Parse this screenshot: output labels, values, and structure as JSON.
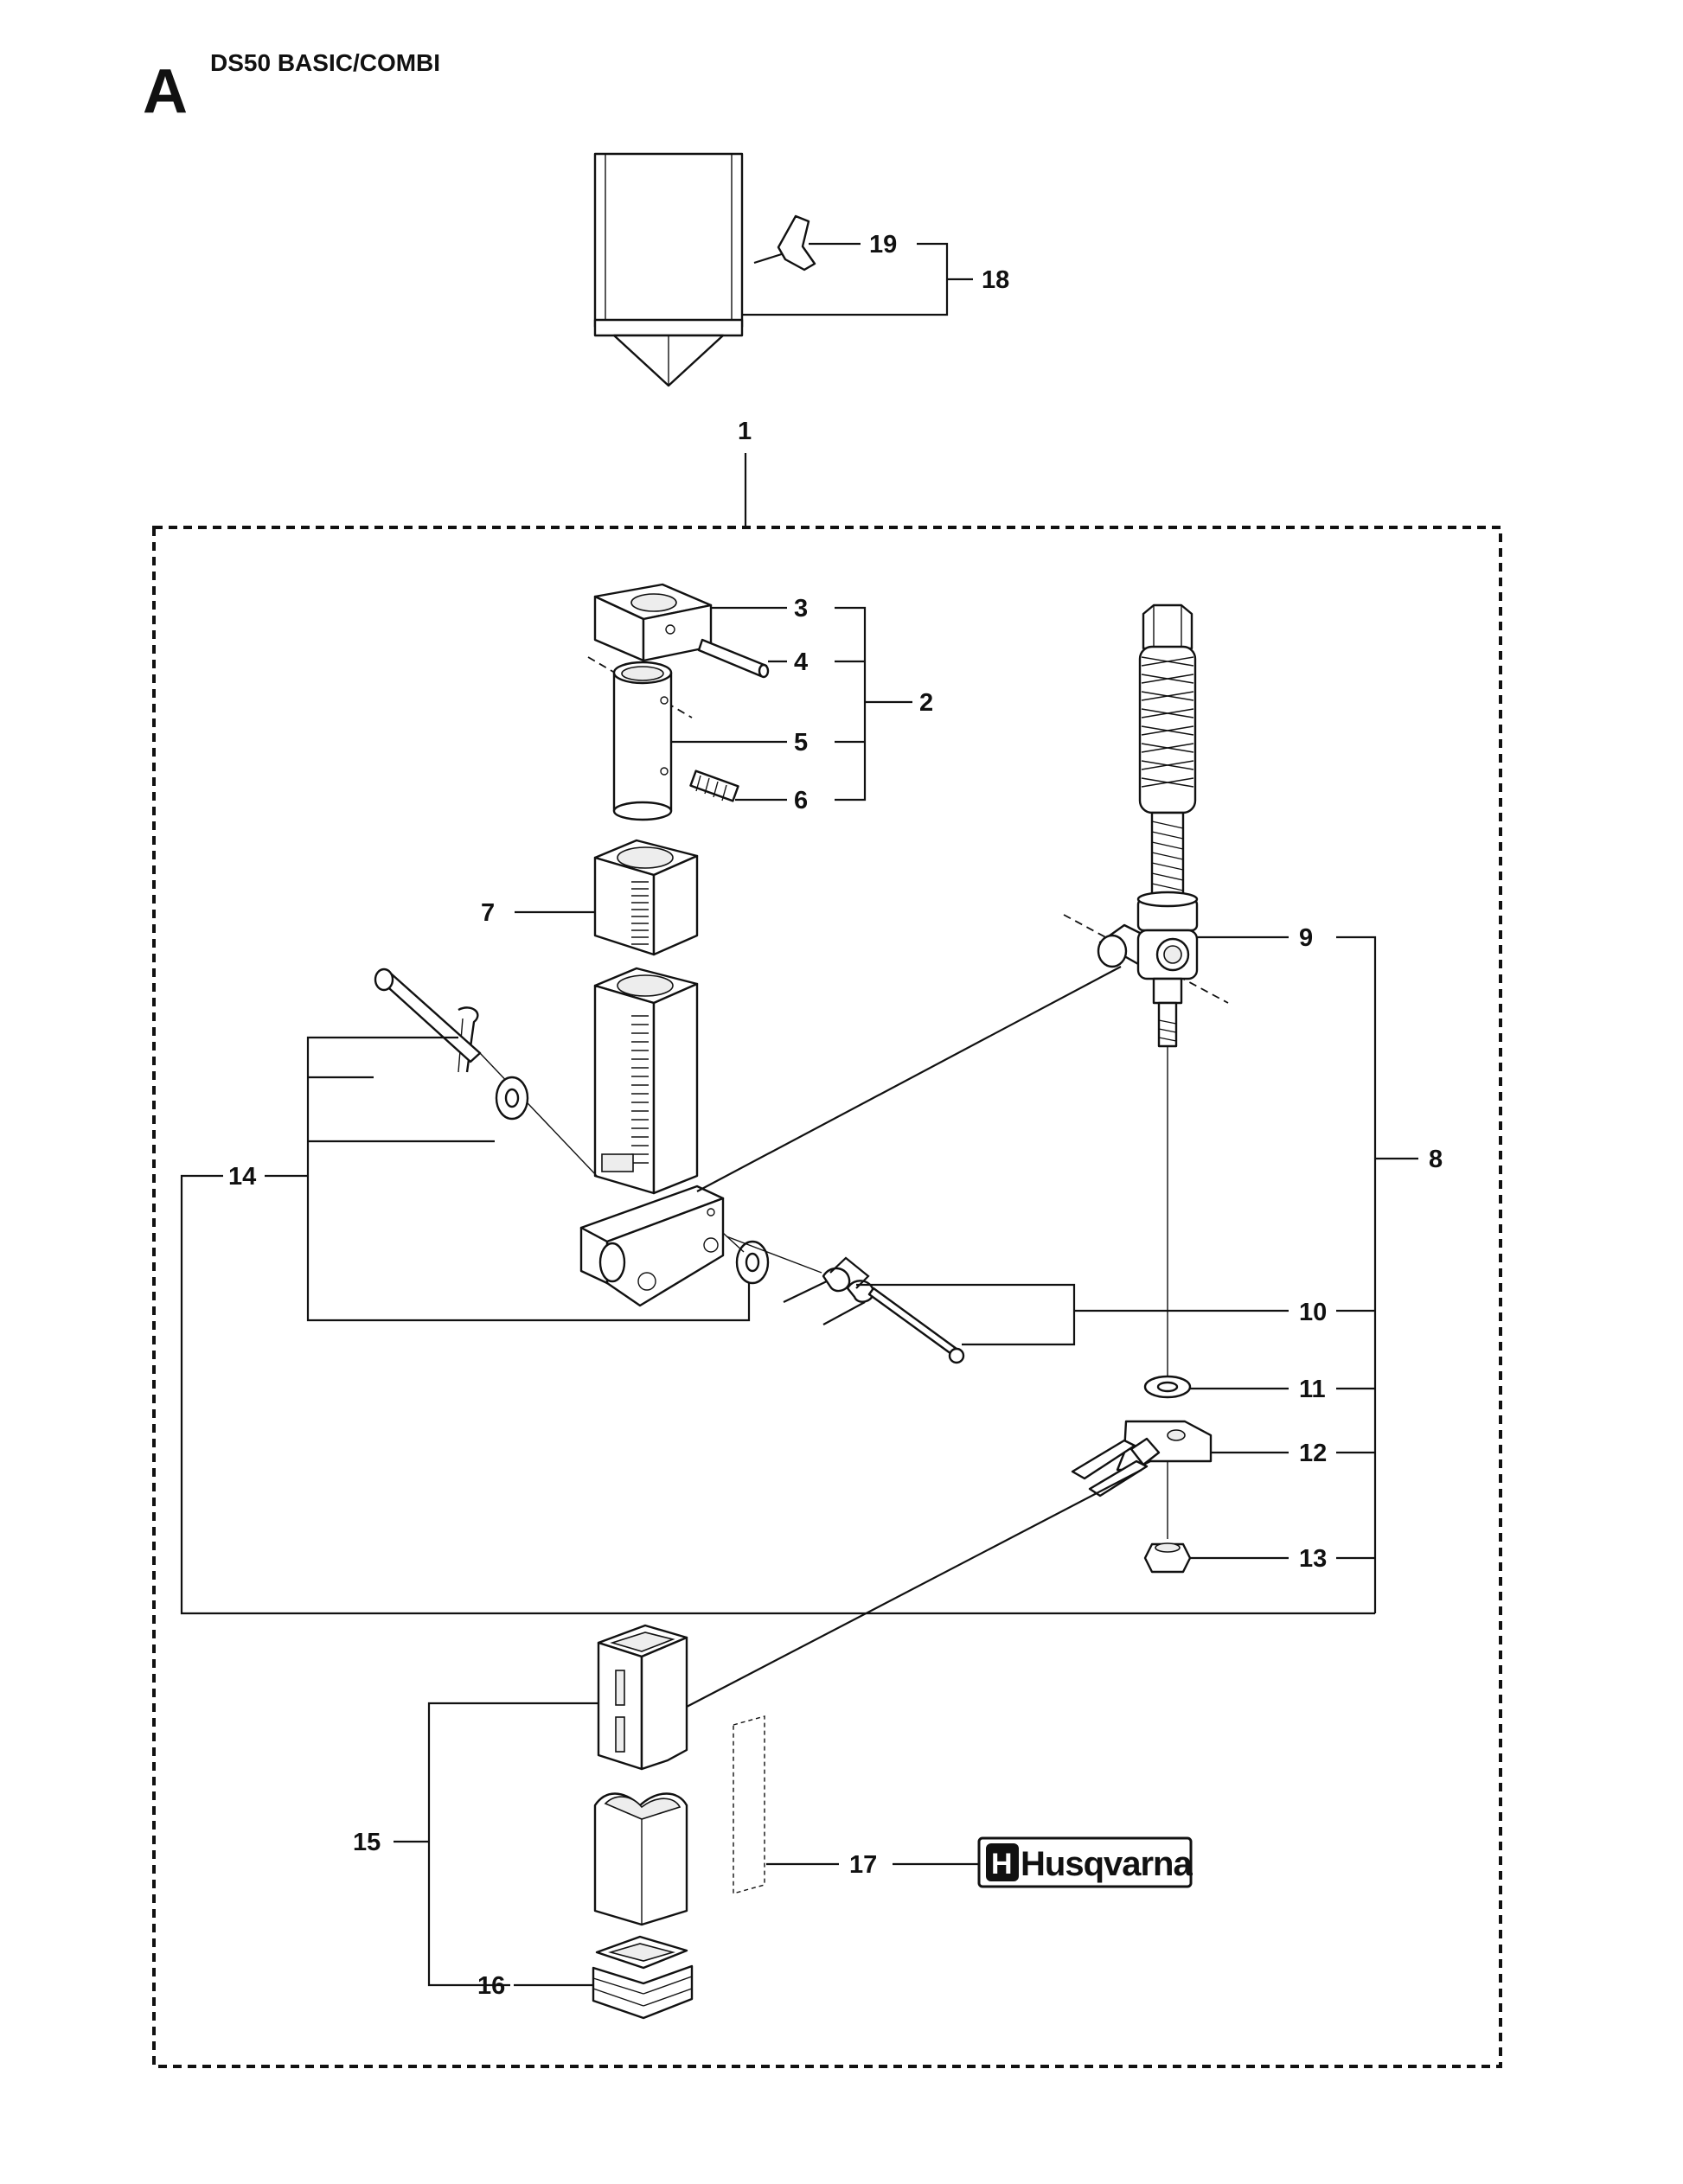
{
  "header": {
    "section_letter": "A",
    "model": "DS50 BASIC/COMBI"
  },
  "callouts": {
    "c1": "1",
    "c2": "2",
    "c3": "3",
    "c4": "4",
    "c5": "5",
    "c6": "6",
    "c7": "7",
    "c8": "8",
    "c9": "9",
    "c10": "10",
    "c11": "11",
    "c12": "12",
    "c13": "13",
    "c14": "14",
    "c15": "15",
    "c16": "16",
    "c17": "17",
    "c18": "18",
    "c19": "19"
  },
  "decal": {
    "logo_text": "Husqvarna",
    "logo_mark": "H"
  }
}
